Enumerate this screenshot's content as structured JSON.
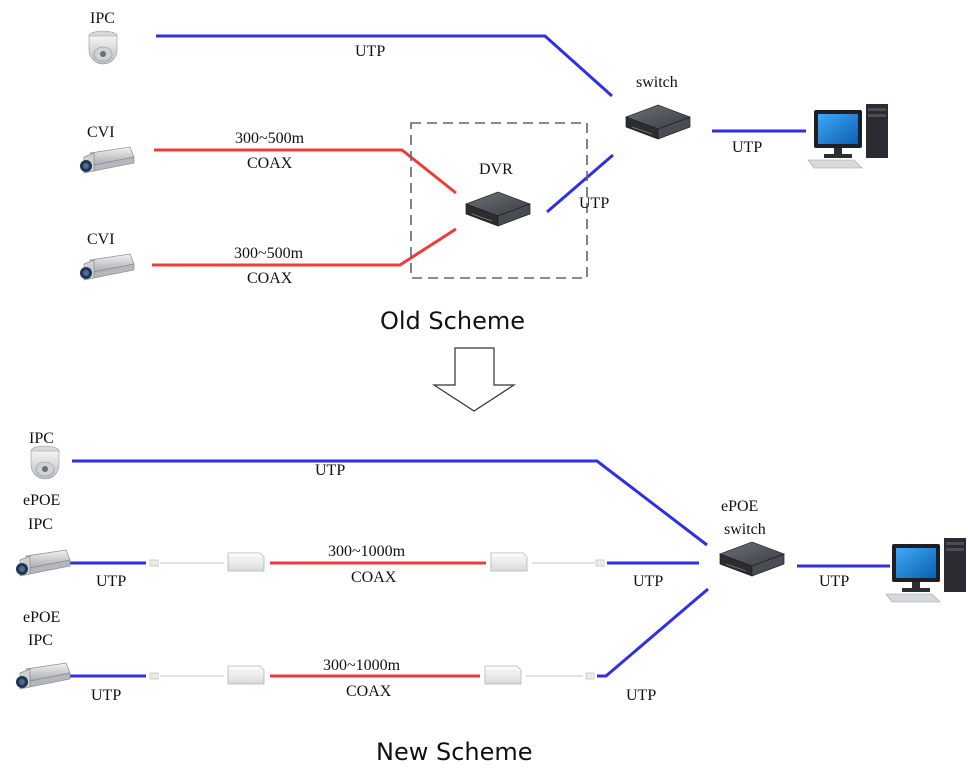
{
  "old_scheme": {
    "caption": "Old Scheme",
    "labels": {
      "ipc": "IPC",
      "cvi_top": "CVI",
      "cvi_bottom": "CVI",
      "switch": "switch",
      "dvr": "DVR",
      "utp_ipc": "UTP",
      "utp_dvr": "UTP",
      "utp_pc": "UTP",
      "coax_top_distance": "300~500m",
      "coax_top_type": "COAX",
      "coax_bottom_distance": "300~500m",
      "coax_bottom_type": "COAX"
    }
  },
  "new_scheme": {
    "caption": "New Scheme",
    "labels": {
      "ipc": "IPC",
      "epoe_ipc1_line1": "ePOE",
      "epoe_ipc1_line2": "IPC",
      "epoe_ipc2_line1": "ePOE",
      "epoe_ipc2_line2": "IPC",
      "switch_line1": "ePOE",
      "switch_line2": "switch",
      "utp_ipc": "UTP",
      "utp_cam1": "UTP",
      "utp_cam2": "UTP",
      "utp_row1_right": "UTP",
      "utp_row2_right": "UTP",
      "utp_pc": "UTP",
      "coax1_distance": "300~1000m",
      "coax1_type": "COAX",
      "coax2_distance": "300~1000m",
      "coax2_type": "COAX"
    }
  },
  "colors": {
    "utp": "#2f2fe6",
    "coax": "#f03a3a"
  },
  "icons": [
    "dome-camera-icon",
    "bullet-camera-icon",
    "dvr-icon",
    "switch-icon",
    "computer-icon",
    "extender-icon",
    "down-arrow-icon"
  ]
}
